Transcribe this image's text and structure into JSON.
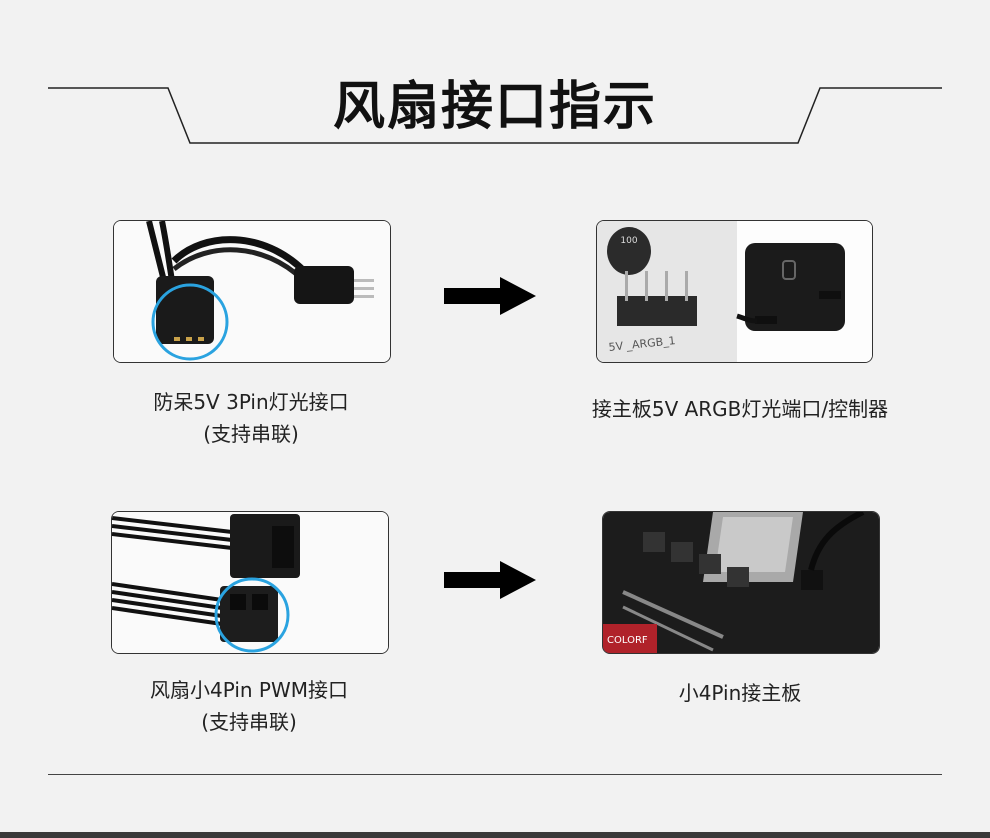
{
  "header": {
    "title": "风扇接口指示"
  },
  "row1": {
    "left_caption_line1": "防呆5V 3Pin灯光接口",
    "left_caption_line2": "(支持串联)",
    "right_caption": "接主板5V ARGB灯光端口/控制器",
    "board_label": "5V _ARGB_1",
    "capacitor_label": "100"
  },
  "row2": {
    "left_caption_line1": "风扇小4Pin PWM接口",
    "left_caption_line2": "(支持串联)",
    "right_caption": "小4Pin接主板",
    "board_brand": "COLORF"
  },
  "colors": {
    "highlight_circle": "#2aa3e0",
    "background": "#f2f2f2"
  }
}
